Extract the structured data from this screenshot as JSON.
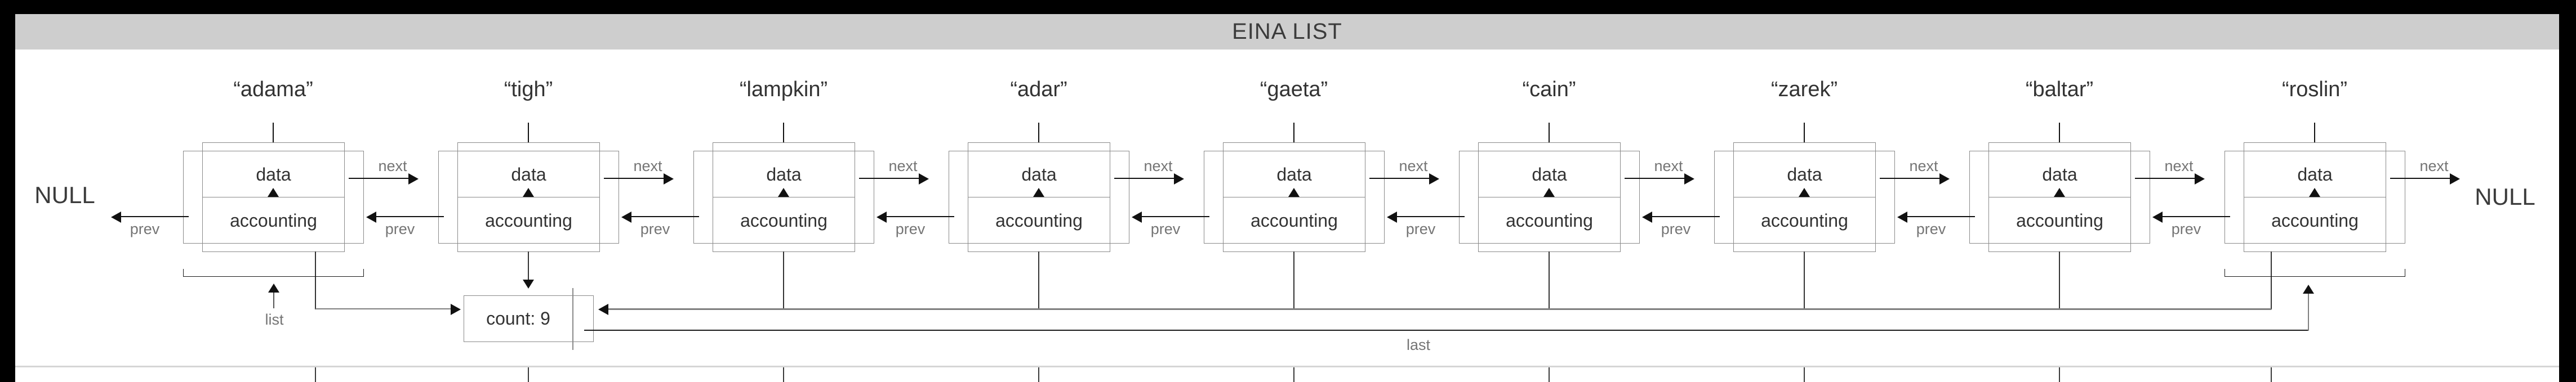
{
  "window": {
    "title": "EINA LIST"
  },
  "diagram": {
    "null_left": "NULL",
    "null_right": "NULL",
    "labels": {
      "next": "next",
      "prev": "prev",
      "list": "list",
      "last": "last"
    },
    "node_fields": {
      "top": "data",
      "bottom": "accounting"
    },
    "count_text": "count: 9",
    "nodes": [
      {
        "name": "“adama”"
      },
      {
        "name": "“tigh”"
      },
      {
        "name": "“lampkin”"
      },
      {
        "name": "“adar”"
      },
      {
        "name": "“gaeta”"
      },
      {
        "name": "“cain”"
      },
      {
        "name": "“zarek”"
      },
      {
        "name": "“baltar”"
      },
      {
        "name": "“roslin”"
      }
    ]
  },
  "colors": {
    "titlebar_bg": "#cecece",
    "title_fg": "#3b3b3b",
    "box_border": "#8a8a8a",
    "node_text": "#333333",
    "pointer_label": "#757575",
    "arrow": "#111111",
    "gray_line": "#7f7f7f",
    "bracket": "#1a1a1a",
    "bottom_rule": "#d6d6d6"
  }
}
